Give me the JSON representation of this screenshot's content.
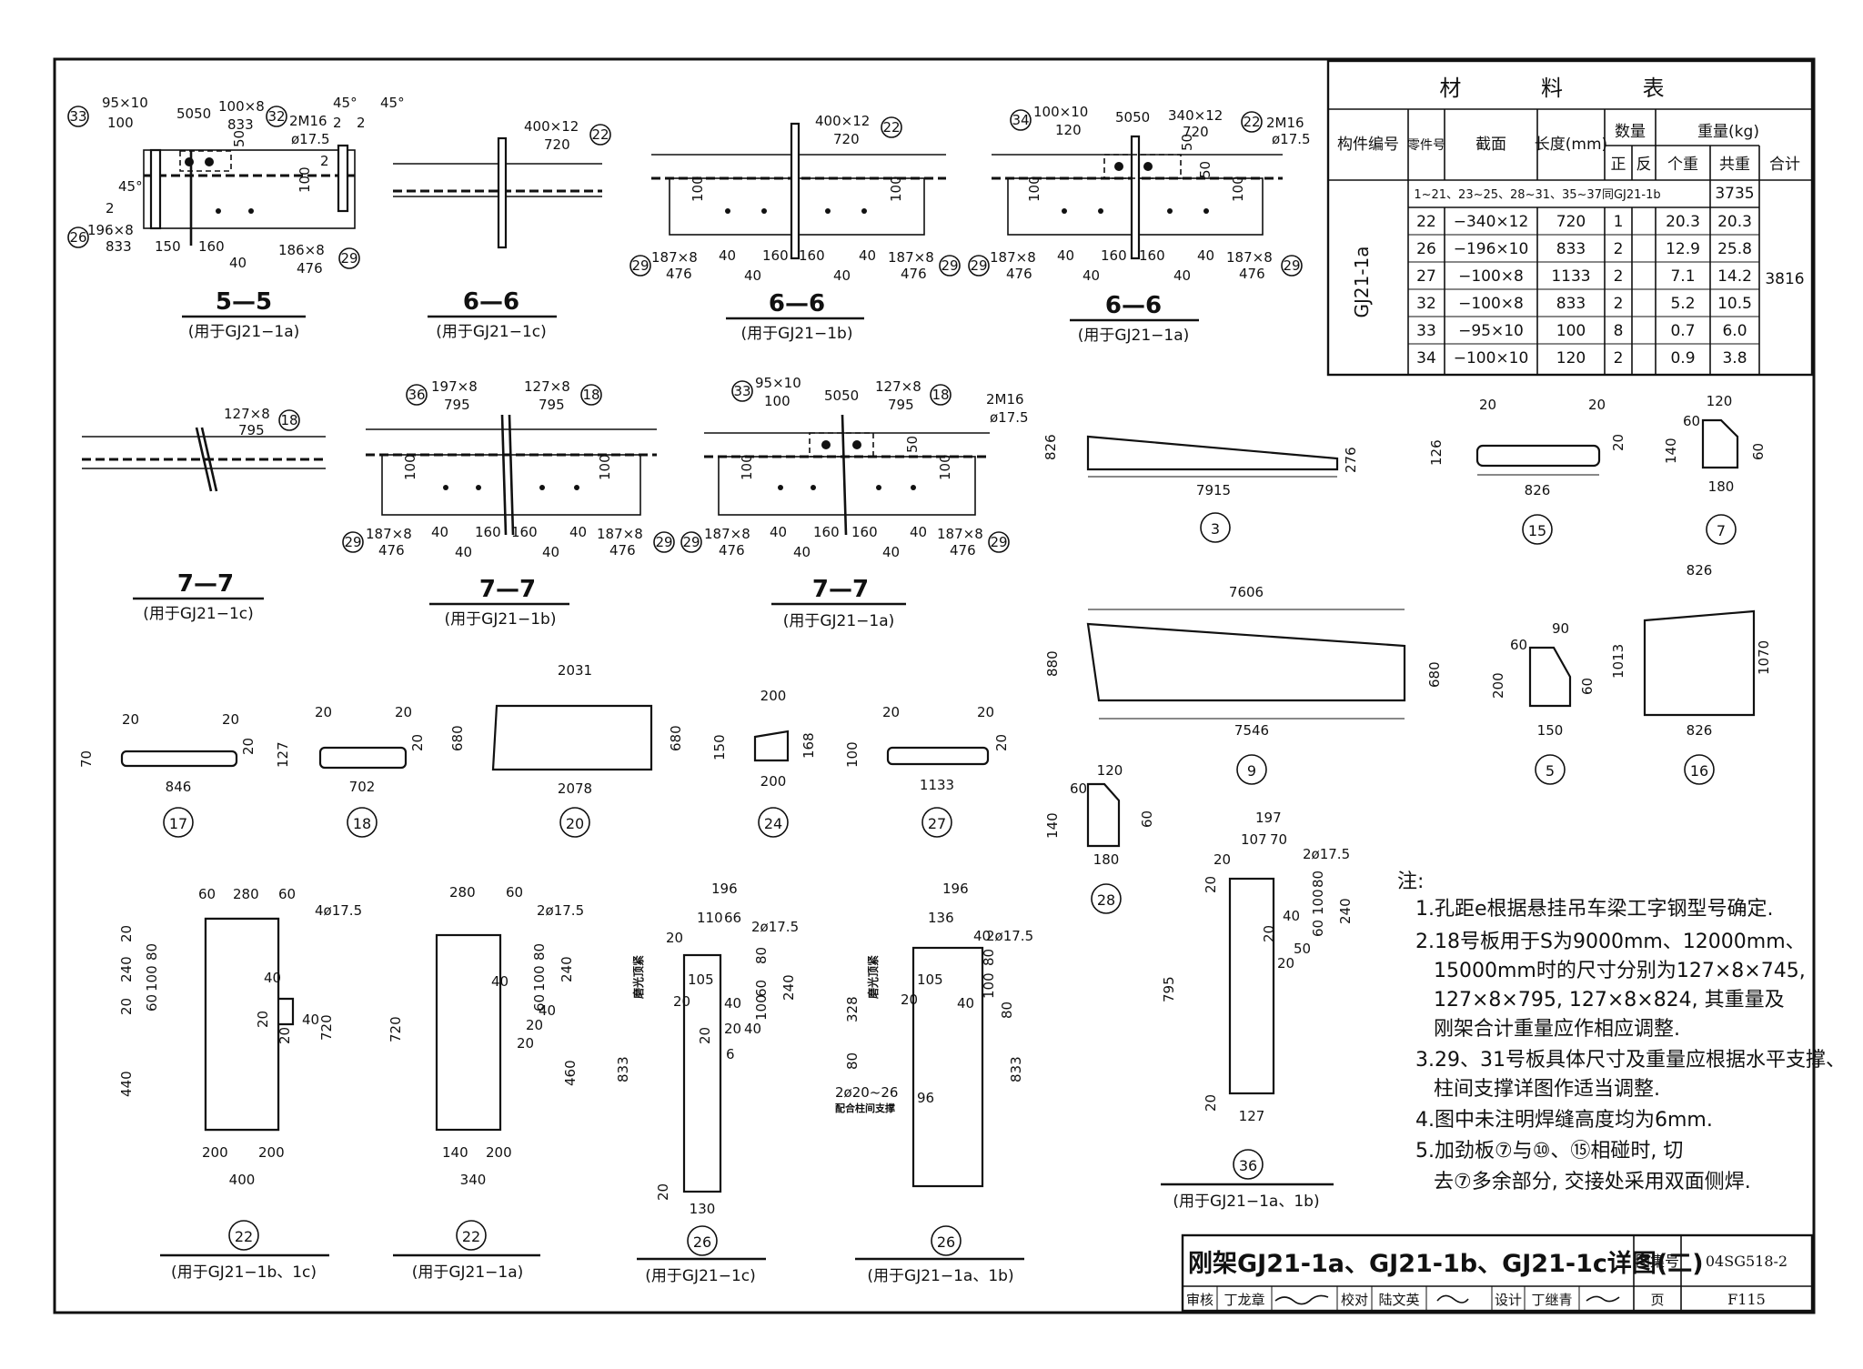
{
  "material_table": {
    "title": "材  料  表",
    "headers": {
      "member_no": "构件编号",
      "part_no": "零件号",
      "section": "截面",
      "length": "长度(mm)",
      "qty": "数量",
      "qty_pos": "正",
      "qty_rev": "反",
      "weight": "重量(kg)",
      "unit_weight": "个重",
      "total_weight": "共重",
      "sum": "合计"
    },
    "member": "GJ21-1a",
    "ref_row": {
      "text": "1~21、23~25、28~31、35~37同GJ21-1b",
      "weight": "3735"
    },
    "rows": [
      {
        "part": "22",
        "section": "−340×12",
        "length": "720",
        "qty": "1",
        "unit": "20.3",
        "total": "20.3"
      },
      {
        "part": "26",
        "section": "−196×10",
        "length": "833",
        "qty": "2",
        "unit": "12.9",
        "total": "25.8"
      },
      {
        "part": "27",
        "section": "−100×8",
        "length": "1133",
        "qty": "2",
        "unit": "7.1",
        "total": "14.2"
      },
      {
        "part": "32",
        "section": "−100×8",
        "length": "833",
        "qty": "2",
        "unit": "5.2",
        "total": "10.5"
      },
      {
        "part": "33",
        "section": "−95×10",
        "length": "100",
        "qty": "8",
        "unit": "0.7",
        "total": "6.0"
      },
      {
        "part": "34",
        "section": "−100×10",
        "length": "120",
        "qty": "2",
        "unit": "0.9",
        "total": "3.8"
      }
    ],
    "grand_total": "3816"
  },
  "sections": {
    "s55": {
      "title": "5—5",
      "sub": "(用于GJ21−1a)",
      "labels": [
        "95×10",
        "100",
        "5050",
        "100×8",
        "833",
        "2M16",
        "ø17.5",
        "196×8",
        "833",
        "150",
        "160",
        "40",
        "186×8",
        "476",
        "100",
        "50",
        "2",
        "45°",
        "2",
        "2",
        "45°",
        "2",
        "45°"
      ],
      "parts": [
        "33",
        "32",
        "26",
        "29"
      ]
    },
    "s66c": {
      "title": "6—6",
      "sub": "(用于GJ21−1c)",
      "labels": [
        "400×12",
        "720"
      ],
      "parts": [
        "22"
      ]
    },
    "s66b": {
      "title": "6—6",
      "sub": "(用于GJ21−1b)",
      "labels": [
        "400×12",
        "720",
        "187×8",
        "476",
        "40",
        "160",
        "160",
        "40",
        "187×8",
        "476",
        "40",
        "40",
        "100",
        "100"
      ],
      "parts": [
        "22",
        "29",
        "29"
      ]
    },
    "s66a": {
      "title": "6—6",
      "sub": "(用于GJ21−1a)",
      "labels": [
        "100×10",
        "120",
        "5050",
        "340×12",
        "720",
        "2M16",
        "ø17.5",
        "187×8",
        "476",
        "40",
        "160",
        "160",
        "40",
        "187×8",
        "476",
        "40",
        "40",
        "50",
        "100",
        "100",
        "50"
      ],
      "parts": [
        "34",
        "22",
        "29",
        "29"
      ]
    },
    "s77c": {
      "title": "7—7",
      "sub": "(用于GJ21−1c)",
      "labels": [
        "127×8",
        "795"
      ],
      "parts": [
        "18"
      ]
    },
    "s77b": {
      "title": "7—7",
      "sub": "(用于GJ21−1b)",
      "labels": [
        "197×8",
        "795",
        "127×8",
        "795",
        "187×8",
        "476",
        "40",
        "160",
        "160",
        "40",
        "187×8",
        "476",
        "40",
        "40",
        "100",
        "100"
      ],
      "parts": [
        "36",
        "18",
        "29",
        "29"
      ]
    },
    "s77a": {
      "title": "7—7",
      "sub": "(用于GJ21−1a)",
      "labels": [
        "95×10",
        "100",
        "5050",
        "127×8",
        "795",
        "2M16",
        "ø17.5",
        "187×8",
        "476",
        "40",
        "160",
        "160",
        "40",
        "187×8",
        "476",
        "40",
        "40",
        "50",
        "100",
        "100"
      ],
      "parts": [
        "33",
        "18",
        "29",
        "29"
      ]
    }
  },
  "plates": {
    "p3": {
      "no": "3",
      "dims": [
        "826",
        "7915",
        "276"
      ]
    },
    "p15": {
      "no": "15",
      "dims": [
        "20",
        "20",
        "126",
        "20",
        "826"
      ]
    },
    "p7": {
      "no": "7",
      "dims": [
        "120",
        "60",
        "140",
        "60",
        "180"
      ]
    },
    "p9": {
      "no": "9",
      "dims": [
        "7606",
        "880",
        "680",
        "7546"
      ]
    },
    "p5": {
      "no": "5",
      "dims": [
        "90",
        "60",
        "200",
        "60",
        "150"
      ]
    },
    "p16": {
      "no": "16",
      "dims": [
        "826",
        "1013",
        "1070",
        "826"
      ]
    },
    "p17": {
      "no": "17",
      "dims": [
        "20",
        "20",
        "70",
        "20",
        "846"
      ]
    },
    "p18": {
      "no": "18",
      "dims": [
        "20",
        "20",
        "127",
        "20",
        "702"
      ]
    },
    "p20": {
      "no": "20",
      "dims": [
        "2031",
        "680",
        "680",
        "2078"
      ]
    },
    "p24": {
      "no": "24",
      "dims": [
        "200",
        "150",
        "168",
        "200"
      ]
    },
    "p27": {
      "no": "27",
      "dims": [
        "20",
        "20",
        "100",
        "20",
        "1133"
      ]
    },
    "p28": {
      "no": "28",
      "dims": [
        "120",
        "60",
        "140",
        "60",
        "180"
      ]
    },
    "p22a": {
      "no": "22",
      "sub": "(用于GJ21−1b、1c)",
      "dims": [
        "60",
        "280",
        "60",
        "4ø17.5",
        "20",
        "240",
        "80",
        "100",
        "60",
        "20",
        "40",
        "20",
        "40",
        "20",
        "720",
        "440",
        "200",
        "200",
        "400"
      ]
    },
    "p22b": {
      "no": "22",
      "sub": "(用于GJ21−1a)",
      "dims": [
        "280",
        "60",
        "2ø17.5",
        "40",
        "80",
        "100",
        "60",
        "240",
        "20",
        "40",
        "20",
        "720",
        "460",
        "140",
        "200",
        "340"
      ]
    },
    "p26c": {
      "no": "26",
      "sub": "(用于GJ21−1c)",
      "dims": [
        "196",
        "110",
        "66",
        "2ø17.5",
        "20",
        "105",
        "20",
        "40",
        "60",
        "100",
        "80",
        "240",
        "20",
        "40",
        "20",
        "6",
        "833",
        "20",
        "130",
        "磨光顶紧"
      ]
    },
    "p26ab": {
      "no": "26",
      "sub": "(用于GJ21−1a、1b)",
      "dims": [
        "196",
        "136",
        "2ø17.5",
        "40",
        "105",
        "20",
        "40",
        "100",
        "80",
        "328",
        "80",
        "80",
        "2ø20~26",
        "配合柱间支撑",
        "96",
        "833",
        "磨光顶紧"
      ]
    },
    "p36": {
      "no": "36",
      "sub": "(用于GJ21−1a、1b)",
      "dims": [
        "197",
        "107",
        "70",
        "2ø17.5",
        "20",
        "40",
        "80",
        "100",
        "60",
        "240",
        "20",
        "50",
        "20",
        "20",
        "795",
        "20",
        "127"
      ]
    }
  },
  "notes": {
    "heading": "注:",
    "items": [
      "1.孔距e根据悬挂吊车梁工字钢型号确定.",
      "2.18号板用于S为9000mm、12000mm、",
      "15000mm时的尺寸分别为127×8×745,",
      "127×8×795, 127×8×824, 其重量及",
      "刚架合计重量应作相应调整.",
      "3.29、31号板具体尺寸及重量应根据水平支撑、",
      "柱间支撑详图作适当调整.",
      "4.图中未注明焊缝高度均为6mm.",
      "5.加劲板⑦与⑩、⑮相碰时, 切",
      "去⑦多余部分, 交接处采用双面侧焊."
    ]
  },
  "title_block": {
    "title": "刚架GJ21-1a、GJ21-1b、GJ21-1c详图(二)",
    "atlas_label": "图集号",
    "atlas_no": "04SG518-2",
    "review": "审核",
    "reviewer": "丁龙章",
    "check": "校对",
    "checker": "陆文英",
    "design": "设计",
    "designer": "丁继青",
    "page_label": "页",
    "page_no": "F115"
  }
}
